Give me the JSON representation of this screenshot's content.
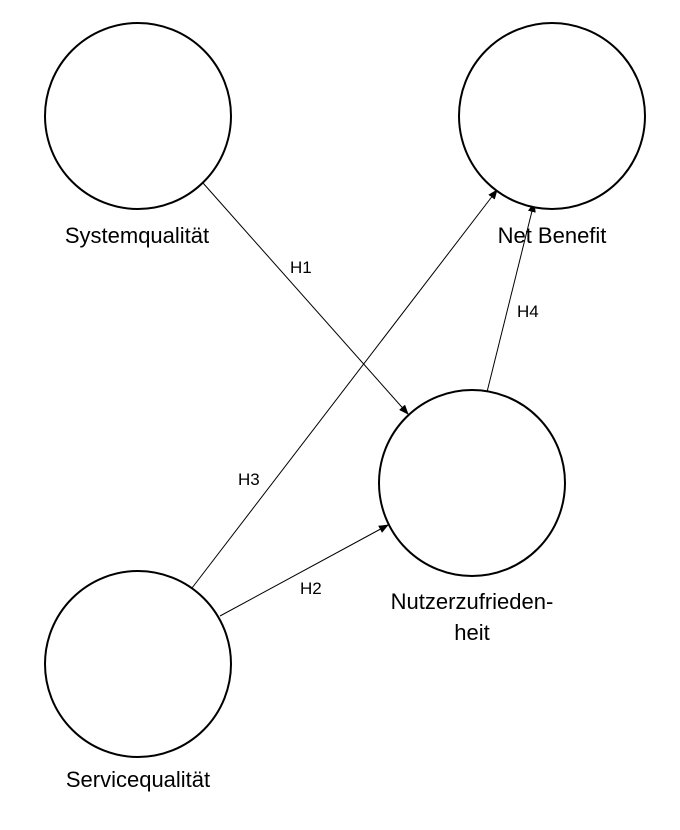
{
  "nodes": {
    "systemqualitaet": {
      "label": "Systemqualität"
    },
    "net_benefit": {
      "label": "Net Benefit"
    },
    "nutzerzufriedenheit": {
      "label_line1": "Nutzerzufrieden-",
      "label_line2": "heit"
    },
    "servicequalitaet": {
      "label": "Servicequalität"
    }
  },
  "edges": {
    "h1": {
      "label": "H1",
      "from": "Systemqualität",
      "to": "Nutzerzufriedenheit"
    },
    "h2": {
      "label": "H2",
      "from": "Servicequalität",
      "to": "Nutzerzufriedenheit"
    },
    "h3": {
      "label": "H3",
      "from": "Servicequalität",
      "to": "Net Benefit"
    },
    "h4": {
      "label": "H4",
      "from": "Nutzerzufriedenheit",
      "to": "Net Benefit"
    }
  },
  "colors": {
    "stroke": "#000000",
    "background": "#ffffff"
  }
}
